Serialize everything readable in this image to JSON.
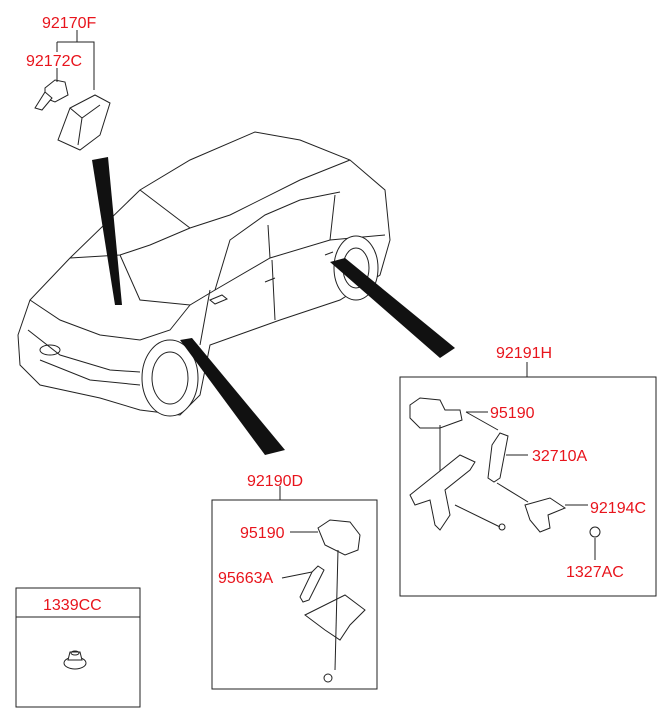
{
  "labels": {
    "unit_assembly": "92170F",
    "actuator": "92172C",
    "rear_sensor_assembly": "92191H",
    "rear_sensor": "95190",
    "rear_link": "32710A",
    "rear_bracket": "92194C",
    "rear_nut": "1327AC",
    "front_sensor_assembly": "92190D",
    "front_sensor": "95190",
    "front_link": "95663A",
    "nut": "1339CC"
  },
  "colors": {
    "label": "#e8141c",
    "line": "#222222"
  }
}
